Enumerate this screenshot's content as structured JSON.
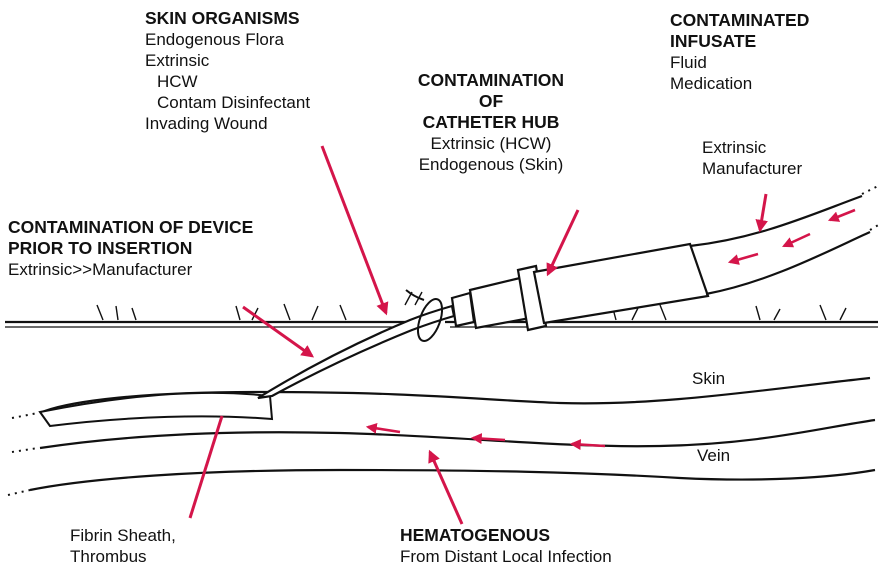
{
  "labels": {
    "skin_organisms": {
      "heading": "SKIN ORGANISMS",
      "line1": "Endogenous Flora",
      "line2": "Extrinsic",
      "line3": "HCW",
      "line4": "Contam Disinfectant",
      "line5": "Invading Wound"
    },
    "catheter_hub": {
      "heading1": "CONTAMINATION",
      "heading2": "OF",
      "heading3": "CATHETER HUB",
      "line1": "Extrinsic (HCW)",
      "line2": "Endogenous (Skin)"
    },
    "infusate": {
      "heading1": "CONTAMINATED",
      "heading2": "INFUSATE",
      "line1": "Fluid",
      "line2": "Medication"
    },
    "infusate_source": {
      "line1": "Extrinsic",
      "line2": "Manufacturer"
    },
    "device": {
      "heading1": "CONTAMINATION OF DEVICE",
      "heading2": "PRIOR TO INSERTION",
      "line1": "Extrinsic>>Manufacturer"
    },
    "skin": "Skin",
    "vein": "Vein",
    "fibrin": {
      "line1": "Fibrin Sheath,",
      "line2": "Thrombus"
    },
    "hematogenous": {
      "heading": "HEMATOGENOUS",
      "line1": "From Distant Local Infection"
    }
  },
  "colors": {
    "arrow": "#d4154a",
    "ink": "#111111"
  }
}
